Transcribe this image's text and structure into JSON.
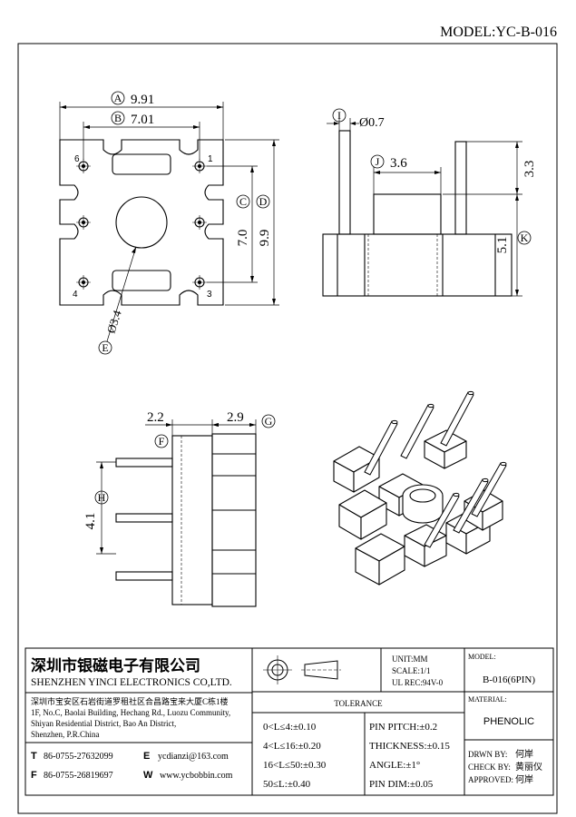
{
  "model": "MODEL:YC-B-016",
  "top_view": {
    "A_label": "A",
    "A_value": "9.91",
    "B_label": "B",
    "B_value": "7.01",
    "C_label": "C",
    "C_value": "7.0",
    "D_label": "D",
    "D_value": "9.9",
    "E_label": "E",
    "E_value": "Ø3.4",
    "pin_numbers": [
      "6",
      "1",
      "4",
      "3"
    ]
  },
  "side_view": {
    "I_label": "I",
    "I_value": "Ø0.7",
    "J_label": "J",
    "J_value": "3.6",
    "K_label": "K",
    "K_value": "5.1",
    "top_value": "3.3"
  },
  "front_view": {
    "F_label": "F",
    "F_value": "2.2",
    "G_label": "G",
    "G_value": "2.9",
    "H_label": "H",
    "H_value": "4.1"
  },
  "title_block": {
    "company_cn": "深圳市银磁电子有限公司",
    "company_en": "SHENZHEN YINCI ELECTRONICS CO,LTD.",
    "address_cn": "深圳市宝安区石岩街道罗租社区合昌路宝来大厦C栋1楼",
    "address_en_1": "1F, No.C, Baolai Building, Hechang Rd., Luozu Community,",
    "address_en_2": "Shiyan Residential District, Bao An District,",
    "address_en_3": "Shenzhen, P.R.China",
    "tel_label": "T",
    "tel": "86-0755-27632099",
    "email_label": "E",
    "email": "ycdianzi@163.com",
    "fax_label": "F",
    "fax": "86-0755-26819697",
    "web_label": "W",
    "web": "www.ycbobbin.com",
    "unit": "UNIT:MM",
    "scale": "SCALE:1/1",
    "ul_rec": "UL REC:94V-0",
    "model_label": "MODEL:",
    "model_value": "B-016(6PIN)",
    "material_label": "MATERIAL:",
    "material_value": "PHENOLIC",
    "tolerance_title": "TOLERANCE",
    "tol_1": "0<L≤4:±0.10",
    "tol_2": "4<L≤16:±0.20",
    "tol_3": "16<L≤50:±0.30",
    "tol_4": "50≤L:±0.40",
    "pin_pitch": "PIN PITCH:±0.2",
    "thickness": "THICKNESS:±0.15",
    "angle": "ANGLE:±1°",
    "pin_dim": "PIN DIM:±0.05",
    "drawn_by": "DRWN BY:",
    "drawn_name": "何岸",
    "check_by": "CHECK BY:",
    "check_name": "黄丽仪",
    "approved": "APPROVED:",
    "approved_name": "何岸"
  }
}
